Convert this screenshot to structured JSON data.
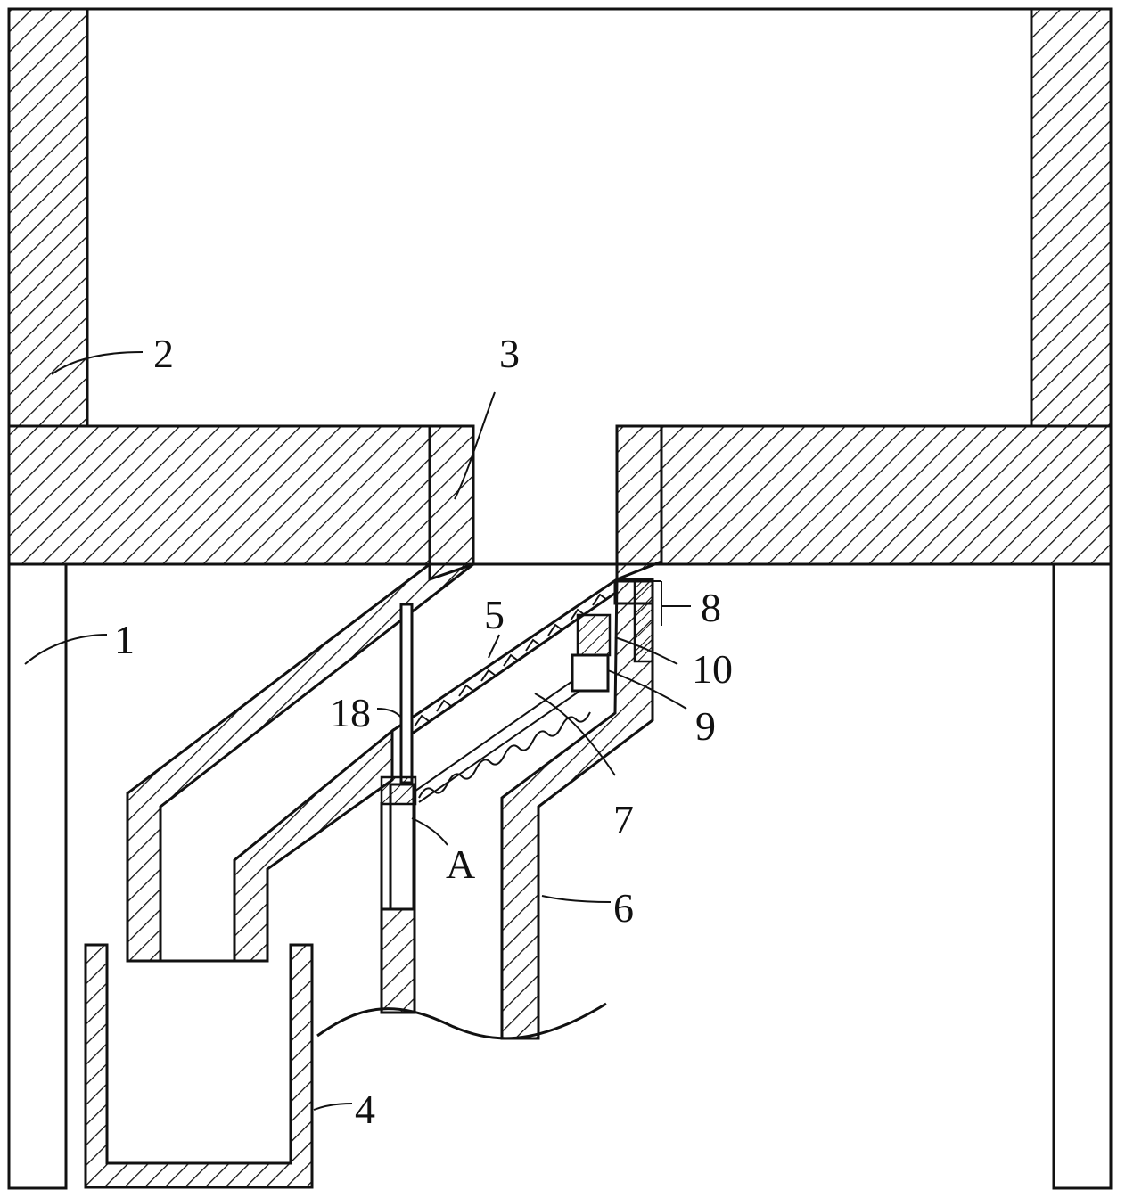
{
  "labels": {
    "l1": "1",
    "l2": "2",
    "l3": "3",
    "l4": "4",
    "l5": "5",
    "l6": "6",
    "l7": "7",
    "l8": "8",
    "l9": "9",
    "l10": "10",
    "l18": "18",
    "lA": "A"
  }
}
